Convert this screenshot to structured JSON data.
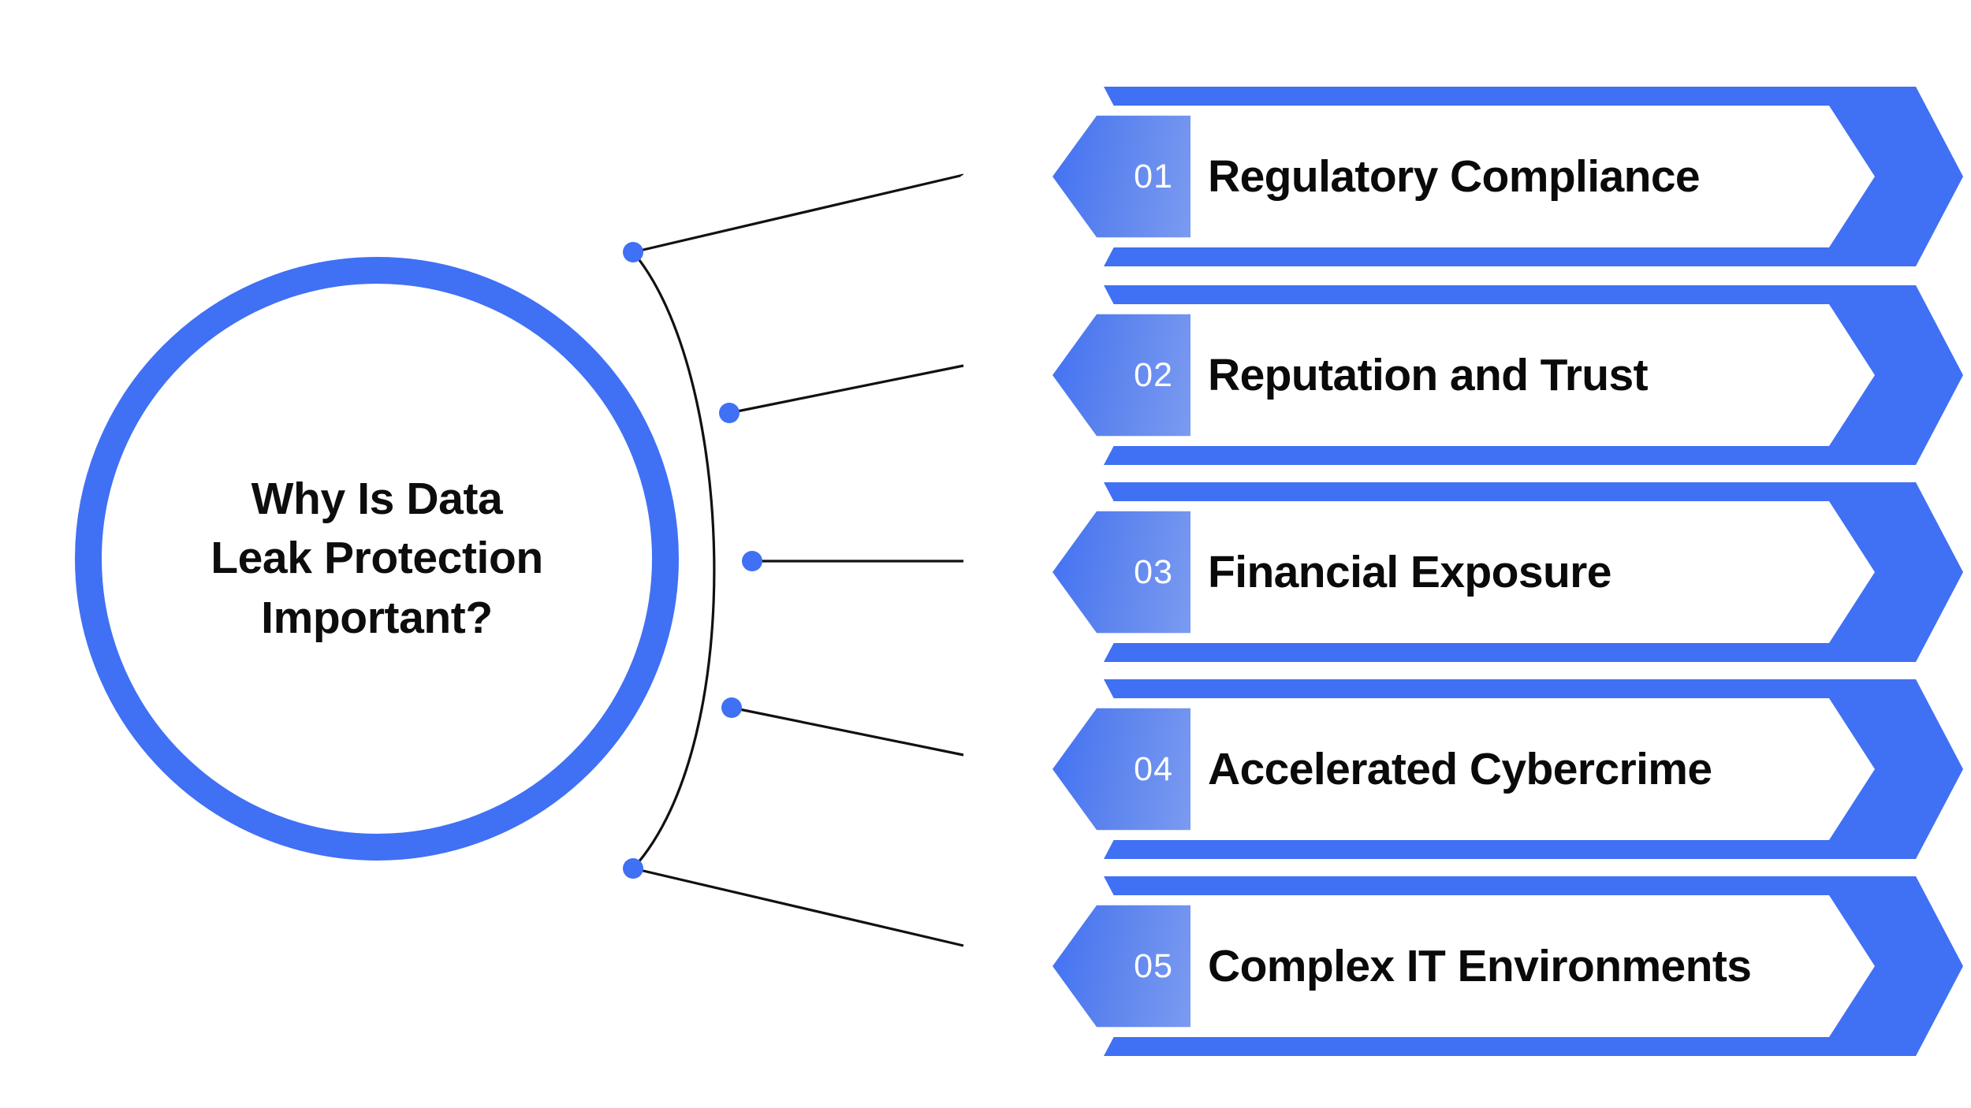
{
  "background_color": "#ffffff",
  "colors": {
    "primary_blue": "#4070f4",
    "number_badge_blue": "#6c8fee",
    "text_dark": "#0a0a0a",
    "node_dot": "#4070f4",
    "connector_line": "#111111"
  },
  "hub": {
    "title": "Why Is Data\nLeak Protection\nImportant?"
  },
  "items": [
    {
      "number": "01",
      "label": "Regulatory Compliance"
    },
    {
      "number": "02",
      "label": "Reputation and Trust"
    },
    {
      "number": "03",
      "label": "Financial Exposure"
    },
    {
      "number": "04",
      "label": "Accelerated Cybercrime"
    },
    {
      "number": "05",
      "label": "Complex IT Environments"
    }
  ],
  "chart_data": {
    "type": "diagram",
    "title": "Why Is Data Leak Protection Important?",
    "layout": "radial-hub-with-five-arrow-banners",
    "categories": [
      "Regulatory Compliance",
      "Reputation and Trust",
      "Financial Exposure",
      "Accelerated Cybercrime",
      "Complex IT Environments"
    ],
    "numbering": [
      "01",
      "02",
      "03",
      "04",
      "05"
    ],
    "legend": "none",
    "grid": false
  }
}
